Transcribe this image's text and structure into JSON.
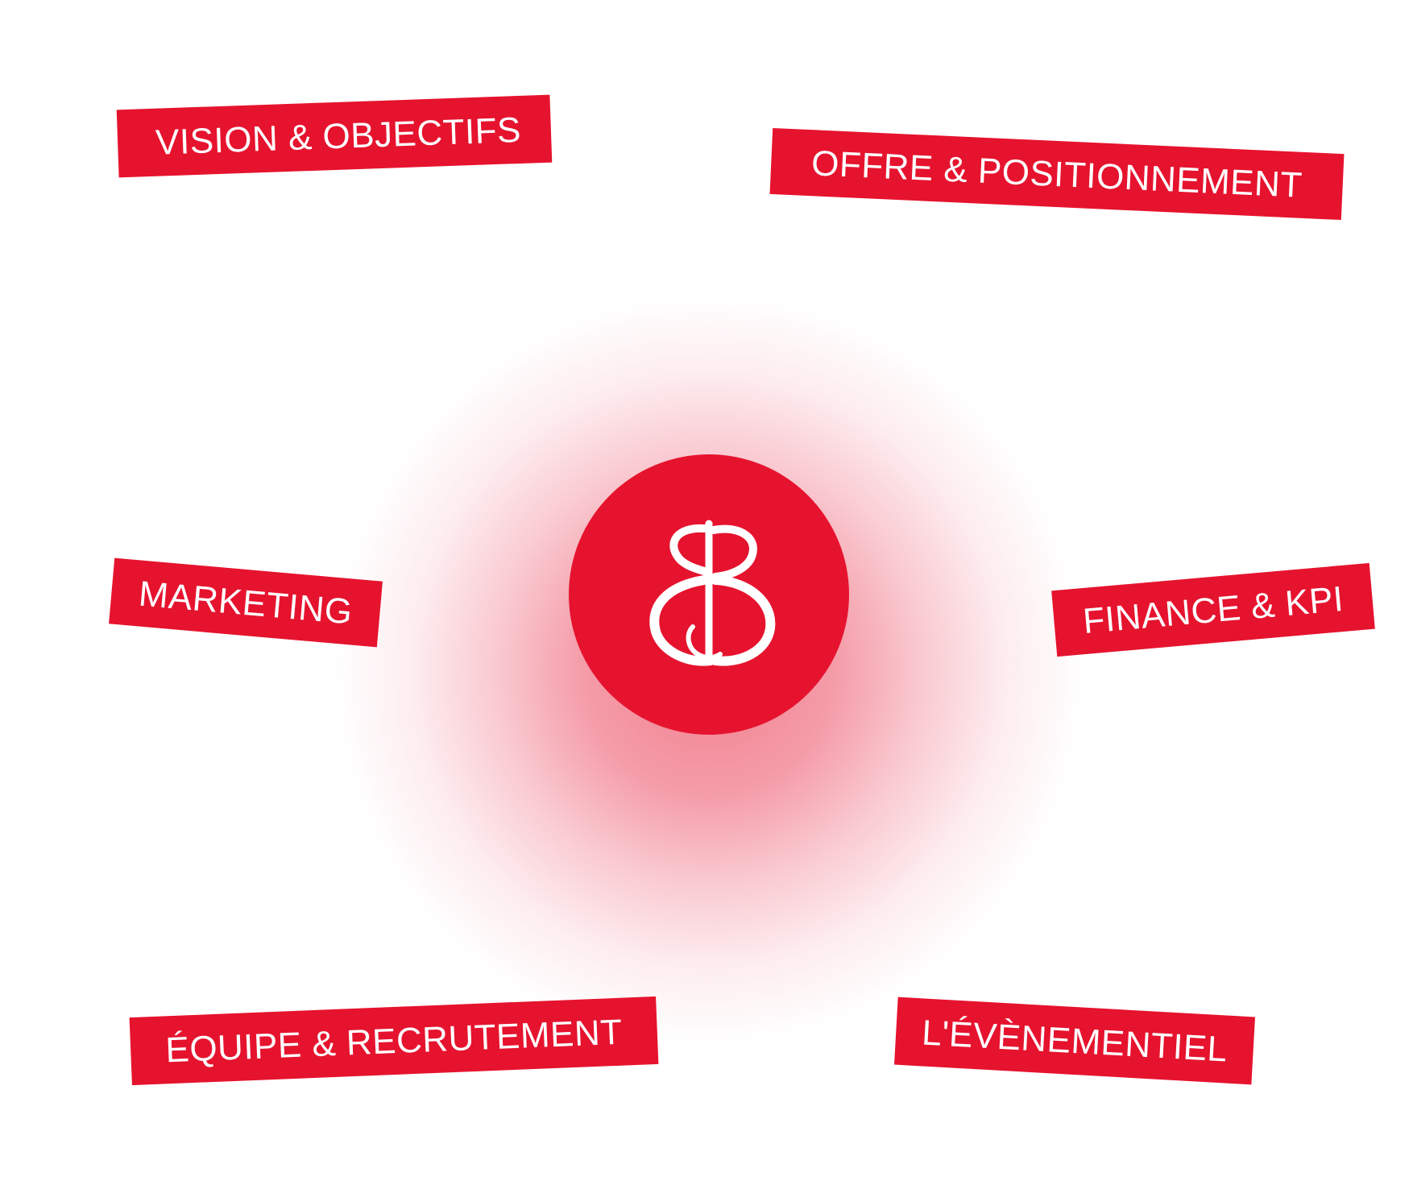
{
  "diagram": {
    "nodes": [
      {
        "id": "vision",
        "label": "VISION & OBJECTIFS"
      },
      {
        "id": "offre",
        "label": "OFFRE & POSITIONNEMENT"
      },
      {
        "id": "marketing",
        "label": "MARKETING"
      },
      {
        "id": "finance",
        "label": "FINANCE & KPI"
      },
      {
        "id": "equipe",
        "label": "ÉQUIPE & RECRUTEMENT"
      },
      {
        "id": "evenementiel",
        "label": "L'ÉVÈNEMENTIEL"
      }
    ],
    "hub": {
      "logo": "monogram-logo-icon"
    }
  },
  "colors": {
    "accent": "#e6132e",
    "text": "#ffffff",
    "background": "#ffffff"
  }
}
